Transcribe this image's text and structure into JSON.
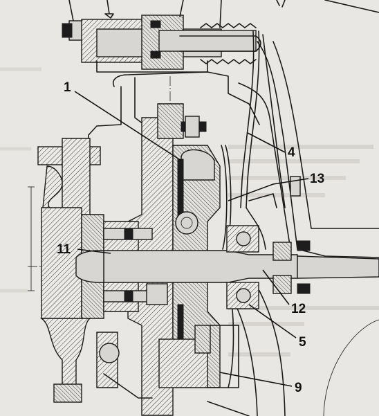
{
  "callouts": {
    "c1": "1",
    "c4": "4",
    "c13": "13",
    "c11": "11",
    "c12": "12",
    "c5": "5",
    "c9": "9"
  },
  "colors": {
    "paper": "#e9e7e3",
    "ink": "#1a1a1a"
  }
}
